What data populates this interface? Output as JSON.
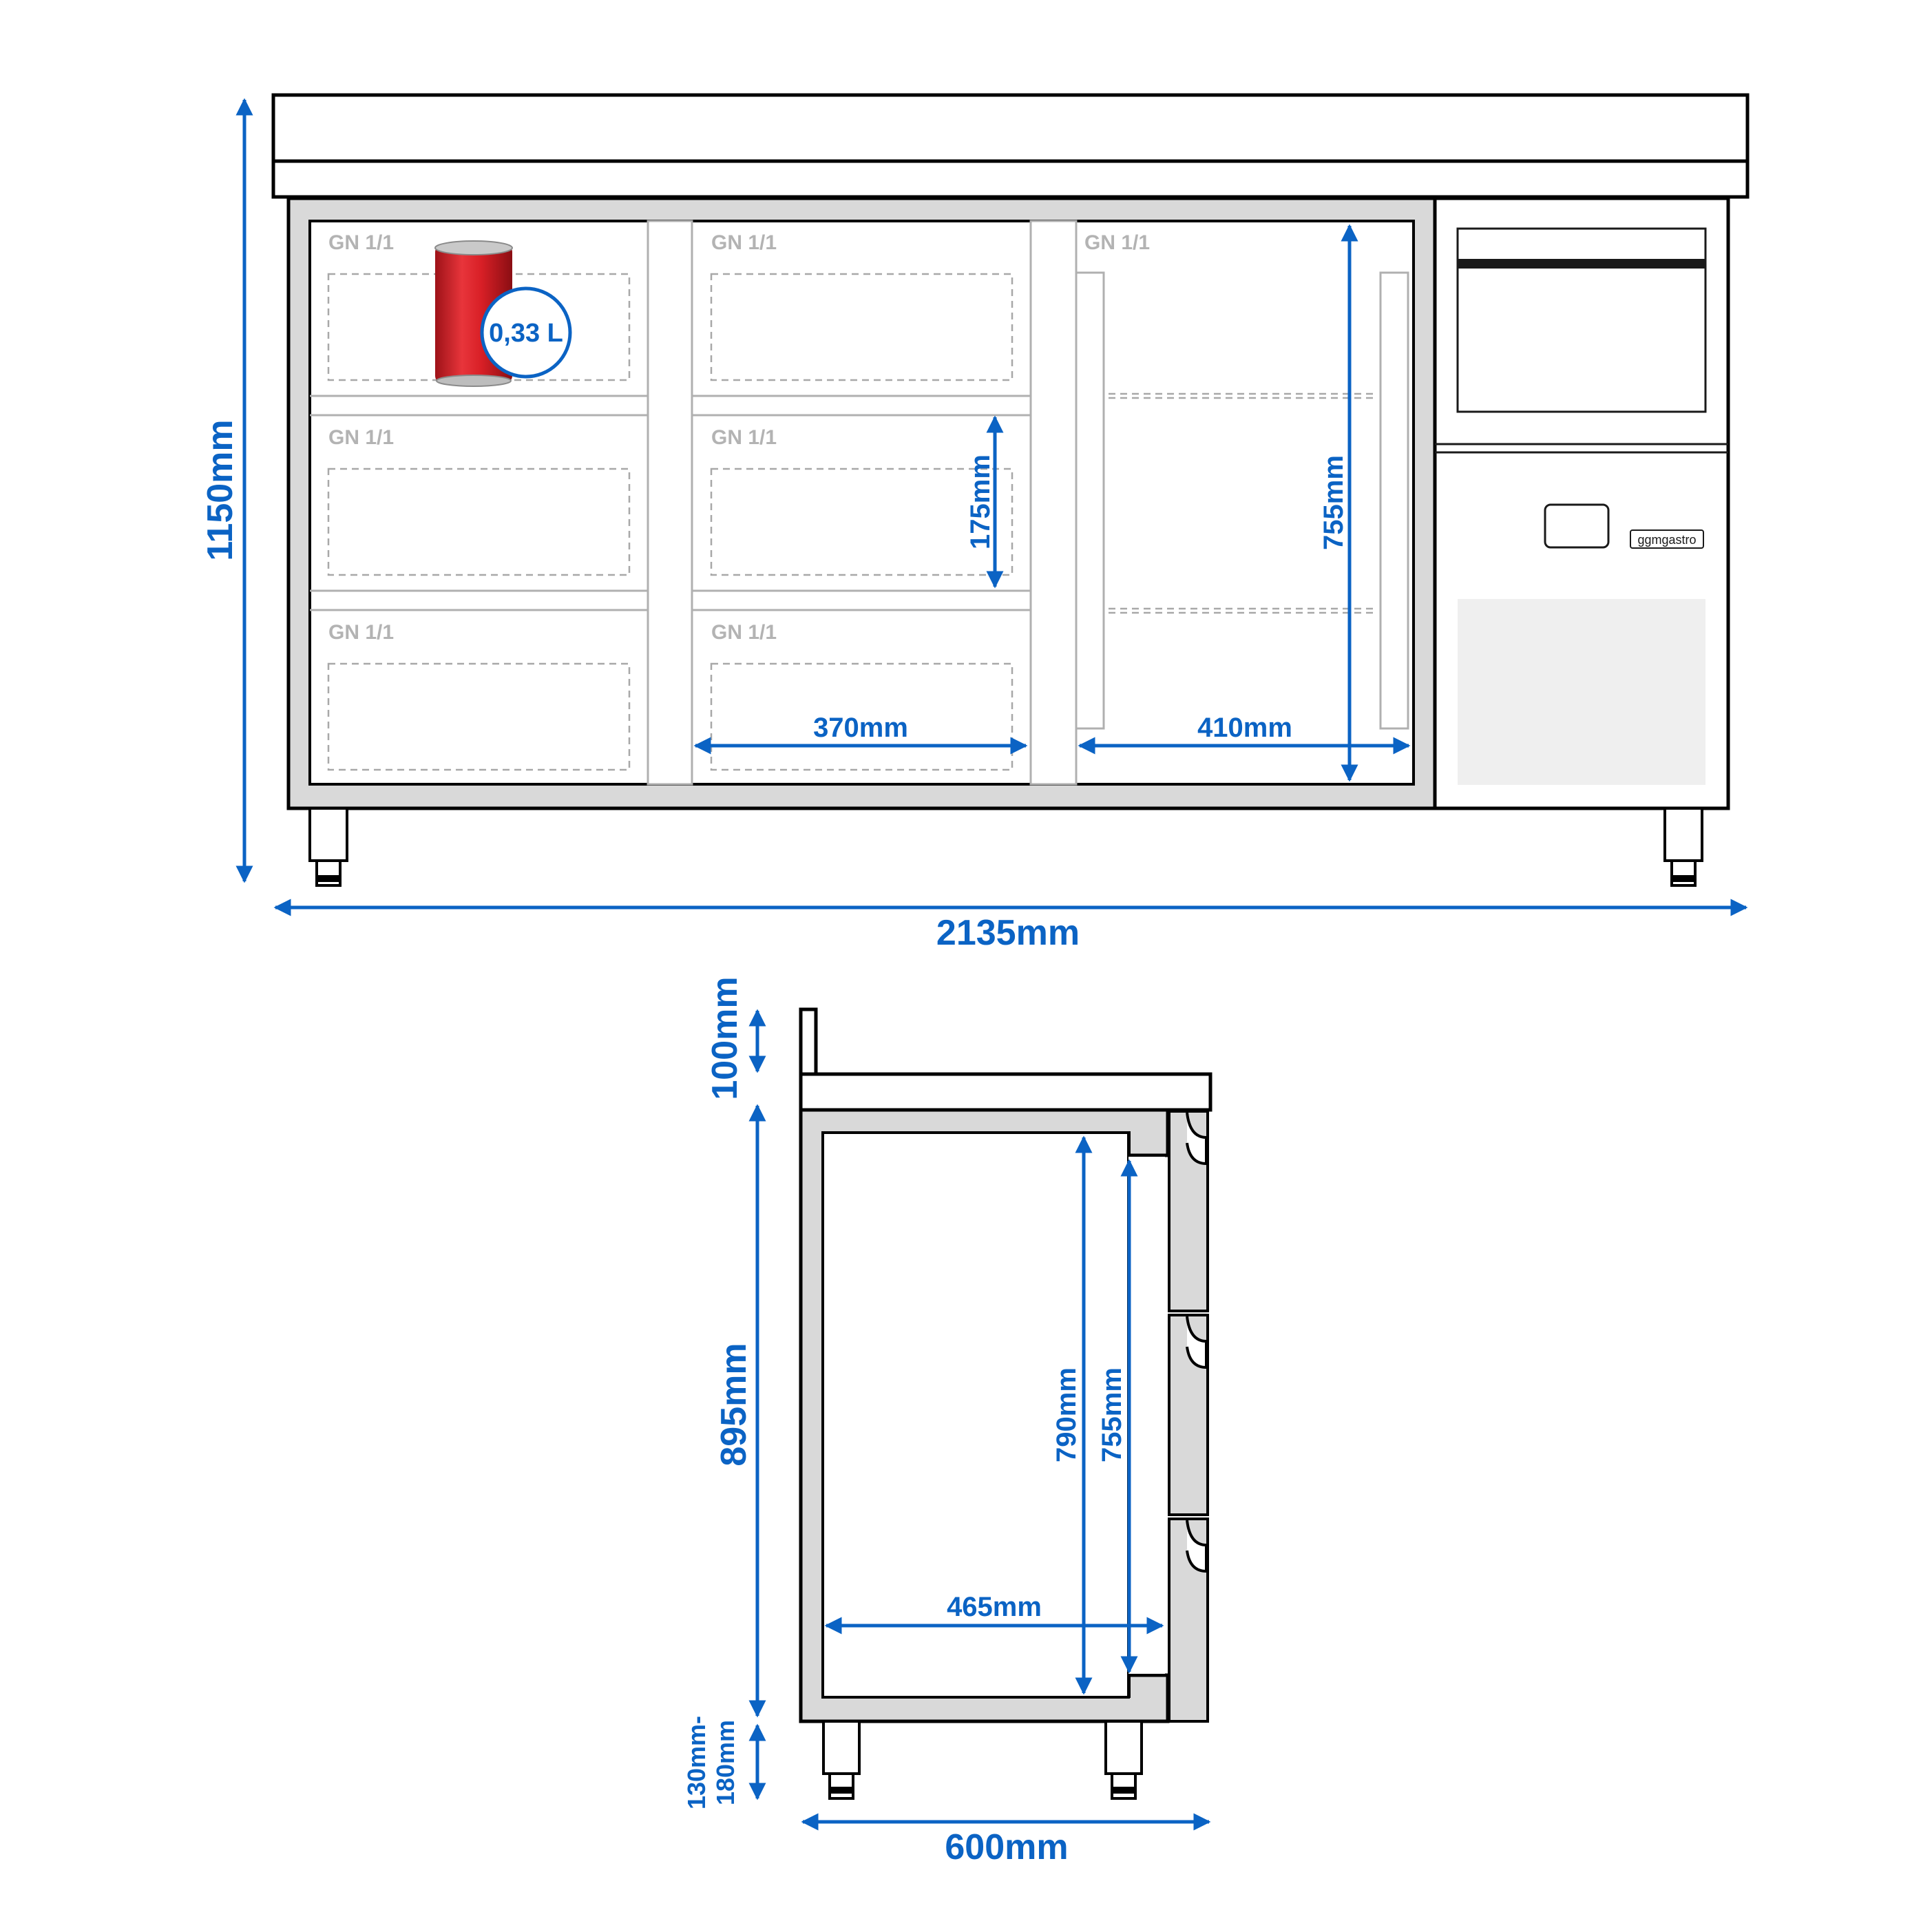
{
  "front_view": {
    "compartment_labels": [
      "GN 1/1",
      "GN 1/1",
      "GN 1/1",
      "GN 1/1",
      "GN 1/1",
      "GN 1/1",
      "GN 1/1"
    ],
    "can_volume": "0,33 L",
    "brand_label": "ggmgastro",
    "dims": {
      "height": "1150mm",
      "width": "2135mm",
      "drawer_width": "370mm",
      "drawer_height": "175mm",
      "door_width": "410mm",
      "door_height": "755mm"
    }
  },
  "side_view": {
    "dims": {
      "backsplash": "100mm",
      "body_height": "895mm",
      "leg_height_line1": "130mm-",
      "leg_height_line2": "180mm",
      "depth": "600mm",
      "inner_width": "465mm",
      "inner_height_a": "790mm",
      "inner_height_b": "755mm"
    }
  },
  "colors": {
    "dimension_blue": "#0b63c4",
    "can_red": "#d81f26",
    "body_grey": "#d9d9d9"
  }
}
